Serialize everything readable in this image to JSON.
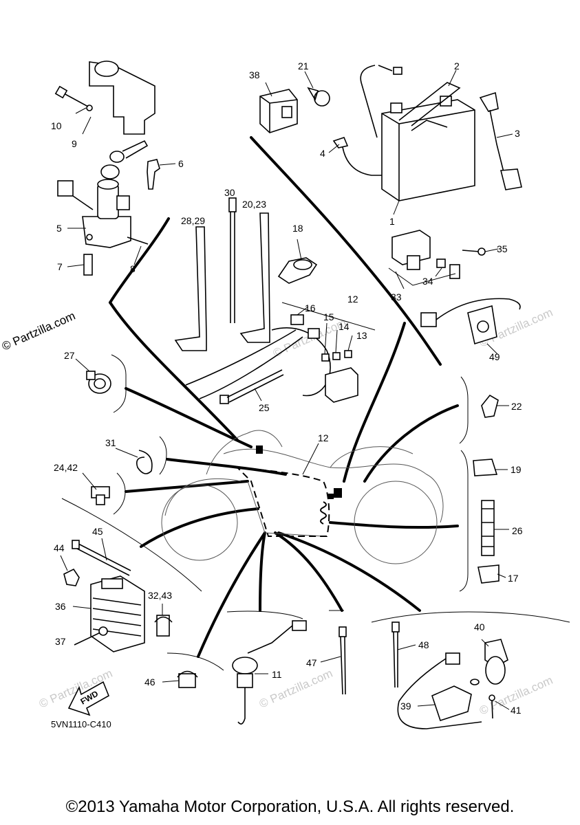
{
  "watermark": {
    "text": "© Partzilla.com",
    "side_text": "© Partzilla.com"
  },
  "diagram_code": "5VN1110-C410",
  "fwd_label": "FWD",
  "copyright": "©2013 Yamaha Motor Corporation, U.S.A. All rights reserved.",
  "callouts": {
    "c1": "1",
    "c2": "2",
    "c3": "3",
    "c4": "4",
    "c5": "5",
    "c6": "6",
    "c7": "7",
    "c8": "8",
    "c9": "9",
    "c10": "10",
    "c11": "11",
    "c12a": "12",
    "c12b": "12",
    "c13": "13",
    "c14": "14",
    "c15": "15",
    "c16": "16",
    "c17": "17",
    "c18": "18",
    "c19": "19",
    "c2023": "20,23",
    "c21": "21",
    "c22": "22",
    "c2442": "24,42",
    "c25": "25",
    "c26": "26",
    "c27": "27",
    "c2829": "28,29",
    "c30": "30",
    "c31": "31",
    "c3243": "32,43",
    "c33": "33",
    "c34": "34",
    "c35": "35",
    "c36": "36",
    "c37": "37",
    "c38": "38",
    "c39": "39",
    "c40": "40",
    "c41": "41",
    "c44": "44",
    "c45": "45",
    "c46": "46",
    "c47": "47",
    "c48": "48",
    "c49": "49"
  }
}
